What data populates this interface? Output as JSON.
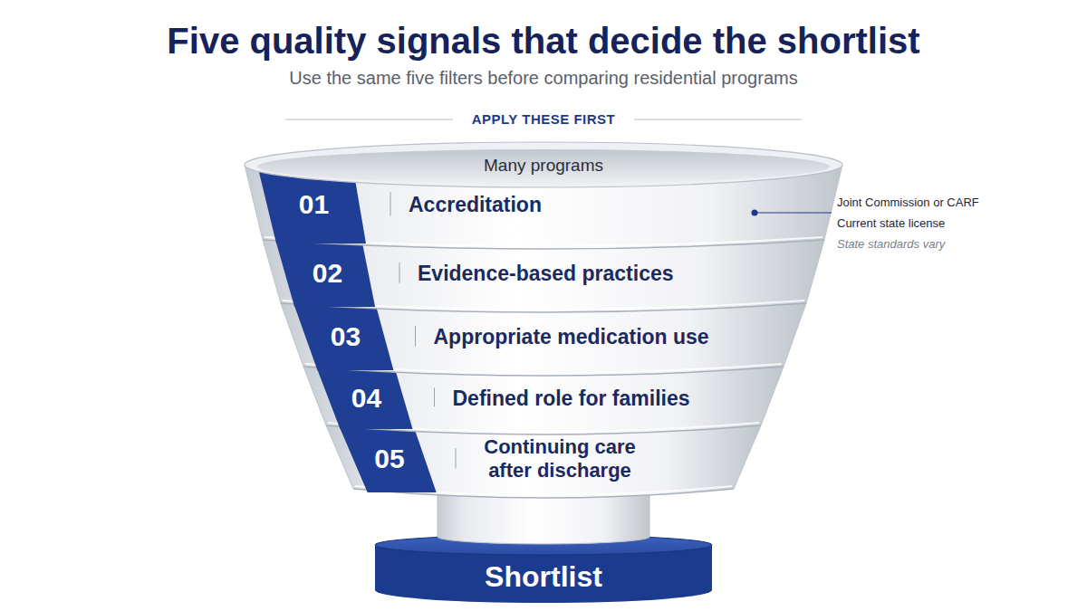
{
  "diagram": {
    "title": "Five quality signals that decide the shortlist",
    "nodes": [
      {
        "text": [
          "Many programs"
        ]
      },
      {
        "text": [
          "01",
          "Accreditation"
        ]
      },
      {
        "text": [
          "02",
          "Evidence-based practices"
        ]
      },
      {
        "text": [
          "03",
          "Appropriate medication use"
        ]
      },
      {
        "text": [
          "04",
          "Defined role for families"
        ]
      },
      {
        "text": [
          "05",
          "Continuing care after discharge"
        ]
      },
      {
        "text": [
          "Shortlist"
        ]
      }
    ],
    "labels": [
      "Use the same five filters before comparing residential programs",
      "APPLY THESE FIRST",
      "Joint Commission or CARF",
      "Current state license",
      "State standards vary"
    ]
  }
}
